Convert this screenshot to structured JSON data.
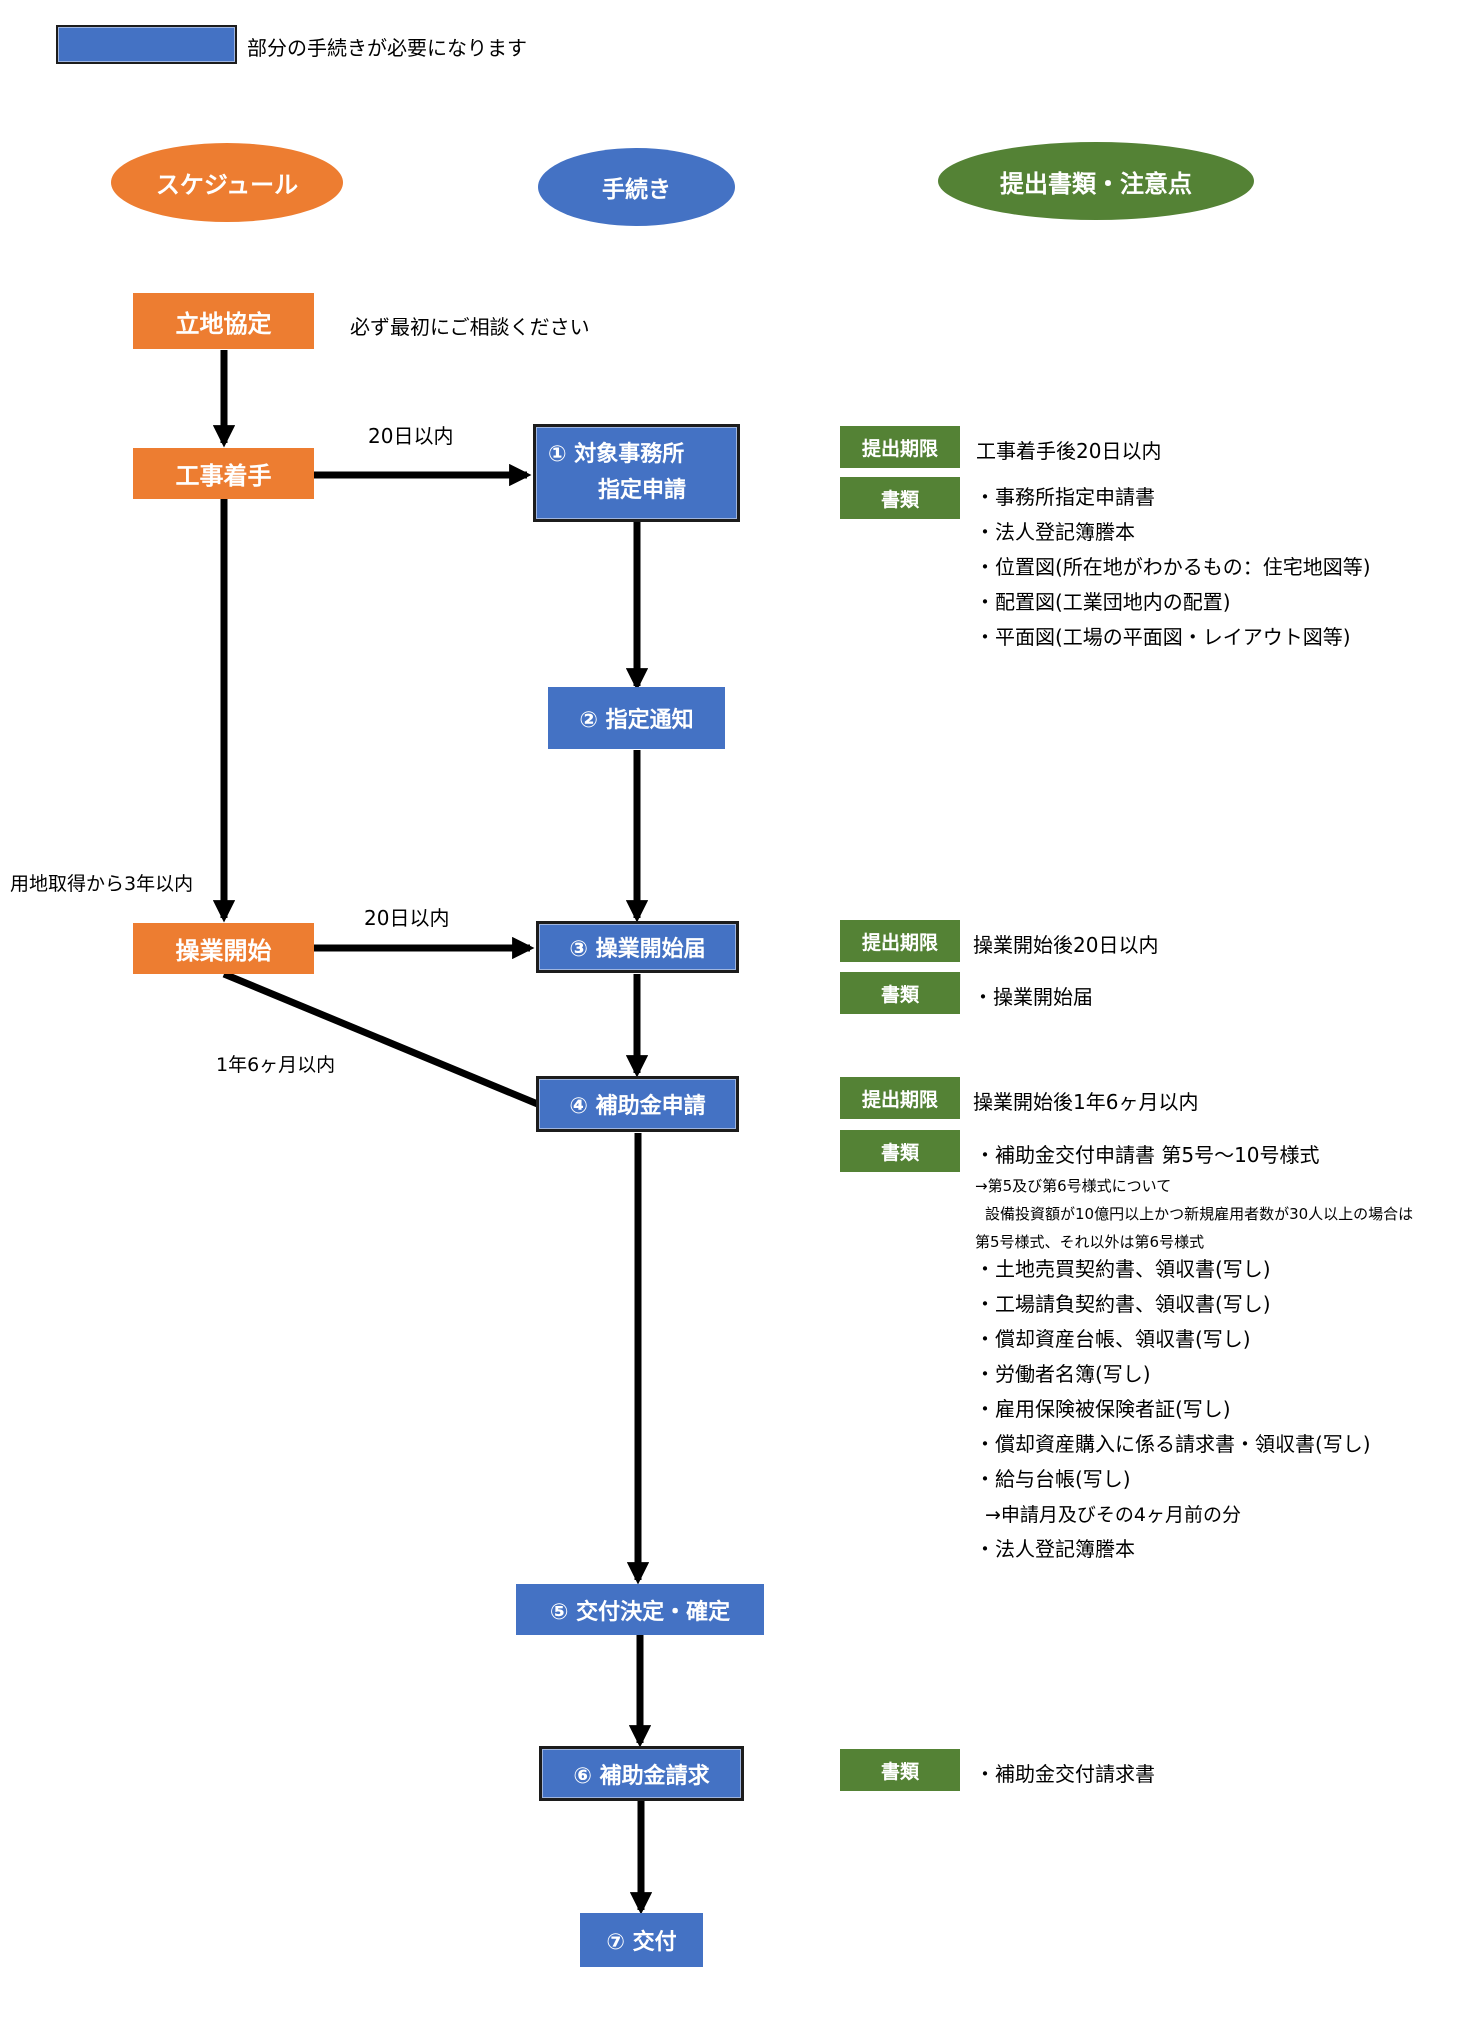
{
  "legend": {
    "text": "部分の手続きが必要になります",
    "swatch_color": "#4472c4"
  },
  "headers": {
    "schedule": "スケジュール",
    "procedure": "手続き",
    "documents": "提出書類・注意点"
  },
  "schedule": {
    "ritchi": "立地協定",
    "koji": "工事着手",
    "sogyo": "操業開始"
  },
  "notes": {
    "consult": "必ず最初にご相談ください",
    "within20_1": "20日以内",
    "within20_2": "20日以内",
    "land3y": "用地取得から3年以内",
    "y1m6": "1年6ヶ月以内"
  },
  "procedures": {
    "p1_line1": "① 対象事務所",
    "p1_line2": "指定申請",
    "p2": "② 指定通知",
    "p3": "③ 操業開始届",
    "p4": "④ 補助金申請",
    "p5": "⑤ 交付決定・確定",
    "p6": "⑥ 補助金請求",
    "p7": "⑦ 交付"
  },
  "tags": {
    "deadline": "提出期限",
    "docs": "書類"
  },
  "sec1": {
    "deadline": "工事着手後20日以内",
    "docs": [
      "・事務所指定申請書",
      "・法人登記簿謄本",
      "・位置図(所在地がわかるもの：住宅地図等)",
      "・配置図(工業団地内の配置)",
      "・平面図(工場の平面図・レイアウト図等)"
    ]
  },
  "sec3": {
    "deadline": "操業開始後20日以内",
    "doc": "・操業開始届"
  },
  "sec4": {
    "deadline": "操業開始後1年6ヶ月以内",
    "doc_main": "・補助金交付申請書 第5号～10号様式",
    "note1": "→第5及び第6号様式について",
    "note2": "設備投資額が10億円以上かつ新規雇用者数が30人以上の場合は",
    "note3": "第5号様式、それ以外は第6号様式",
    "docs": [
      "・土地売買契約書、領収書(写し)",
      "・工場請負契約書、領収書(写し)",
      "・償却資産台帳、領収書(写し)",
      "・労働者名簿(写し)",
      "・雇用保険被保険者証(写し)",
      "・償却資産購入に係る請求書・領収書(写し)",
      "・給与台帳(写し)"
    ],
    "payroll_note": "→申請月及びその4ヶ月前の分",
    "last_doc": "・法人登記簿謄本"
  },
  "sec6": {
    "doc": "・補助金交付請求書"
  },
  "colors": {
    "orange": "#ed7d31",
    "blue": "#4472c4",
    "green": "#548235"
  }
}
